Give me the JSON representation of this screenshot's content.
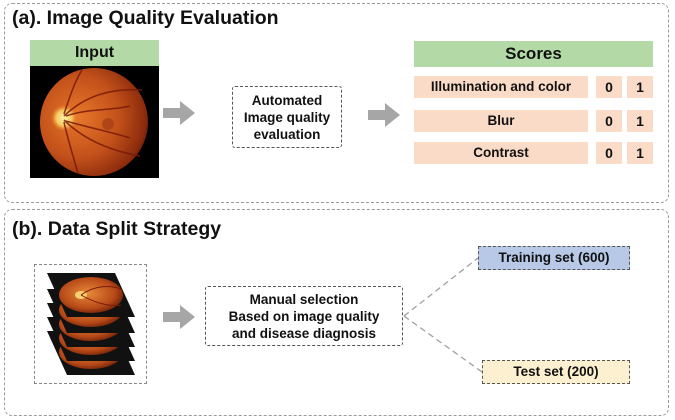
{
  "panel_a": {
    "title": "(a). Image Quality Evaluation",
    "input_label": "Input",
    "process_lines": [
      "Automated",
      "Image quality",
      "evaluation"
    ],
    "scores": {
      "header": "Scores",
      "rows": [
        {
          "label": "Illumination and color",
          "values": [
            "0",
            "1"
          ]
        },
        {
          "label": "Blur",
          "values": [
            "0",
            "1"
          ]
        },
        {
          "label": "Contrast",
          "values": [
            "0",
            "1"
          ]
        }
      ]
    }
  },
  "panel_b": {
    "title": "(b). Data Split Strategy",
    "process_lines": [
      "Manual selection",
      "Based on image quality",
      "and disease diagnosis"
    ],
    "training_set": "Training set (600)",
    "test_set": "Test set (200)"
  },
  "colors": {
    "header_green": "#b3d9a6",
    "score_peach": "#fadbc8",
    "training_blue": "#b7c9e6",
    "test_cream": "#fdf0d0",
    "arrow_gray": "#a6a6a6"
  }
}
